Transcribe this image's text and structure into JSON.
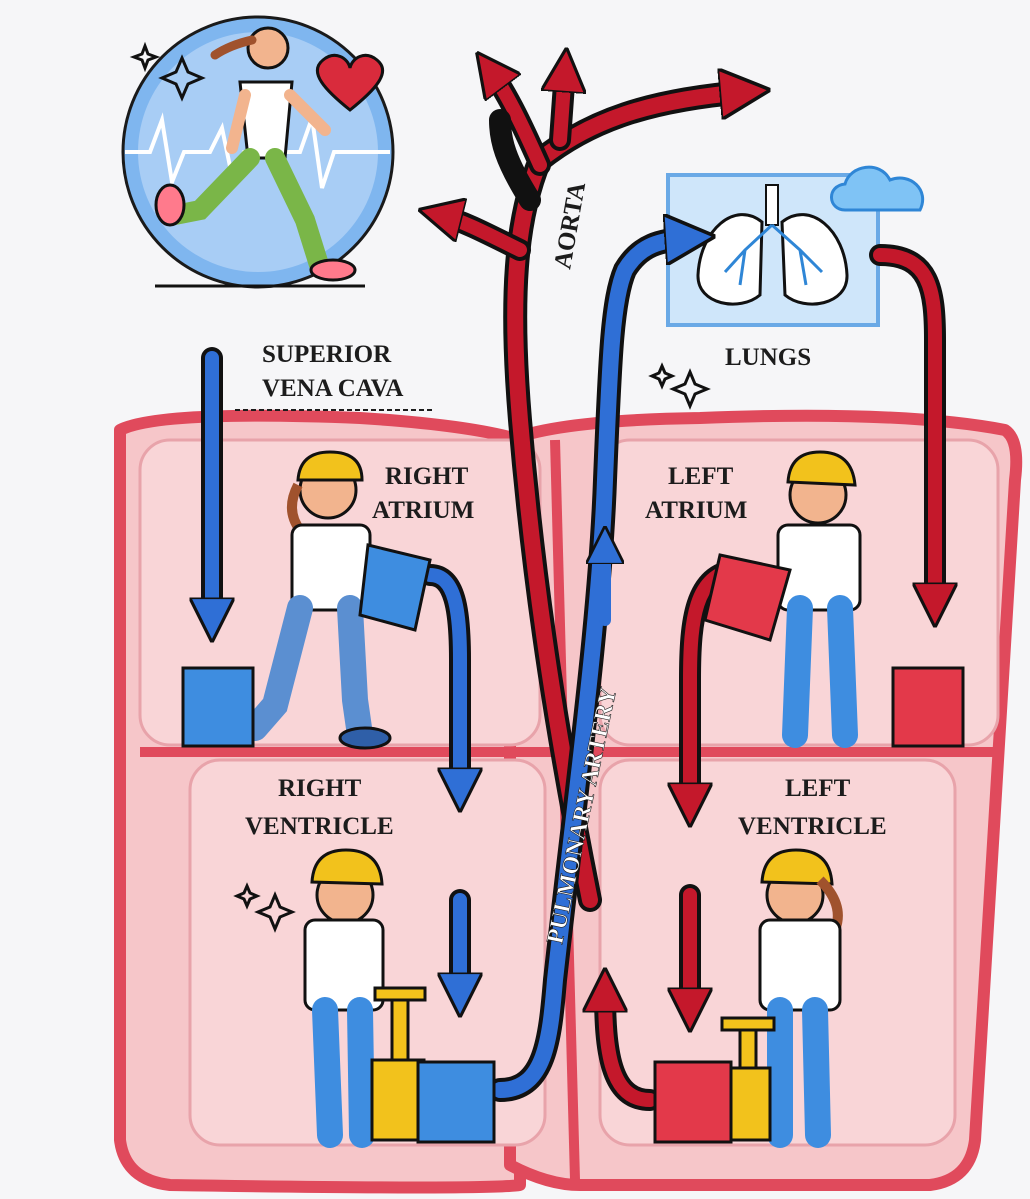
{
  "labels": {
    "superior_vena_cava_line1": "SUPERIOR",
    "superior_vena_cava_line2": "VENA CAVA",
    "lungs": "LUNGS",
    "aorta": "AORTA",
    "pulmonary_artery": "PULMONARY ARTERY",
    "right_atrium_line1": "RIGHT",
    "right_atrium_line2": "ATRIUM",
    "left_atrium_line1": "LEFT",
    "left_atrium_line2": "ATRIUM",
    "right_ventricle_line1": "RIGHT",
    "right_ventricle_line2": "VENTRICLE",
    "left_ventricle_line1": "LEFT",
    "left_ventricle_line2": "VENTRICLE"
  },
  "colors": {
    "oxygen_poor_blood": "#2f6fd6",
    "oxygen_rich_blood": "#c4182b",
    "heart_wall": "#e04a5c",
    "heart_fill": "#f6c6c9",
    "chamber_fill": "#f9d5d7",
    "helmet": "#f2c21c",
    "lungs_box": "#cfe6fa"
  },
  "icons": [
    "runner-icon",
    "heart-icon",
    "heartbeat-line-icon",
    "cloud-icon",
    "sparkle-icon",
    "lungs-icon",
    "worker-icon",
    "bucket-icon",
    "pump-icon"
  ]
}
